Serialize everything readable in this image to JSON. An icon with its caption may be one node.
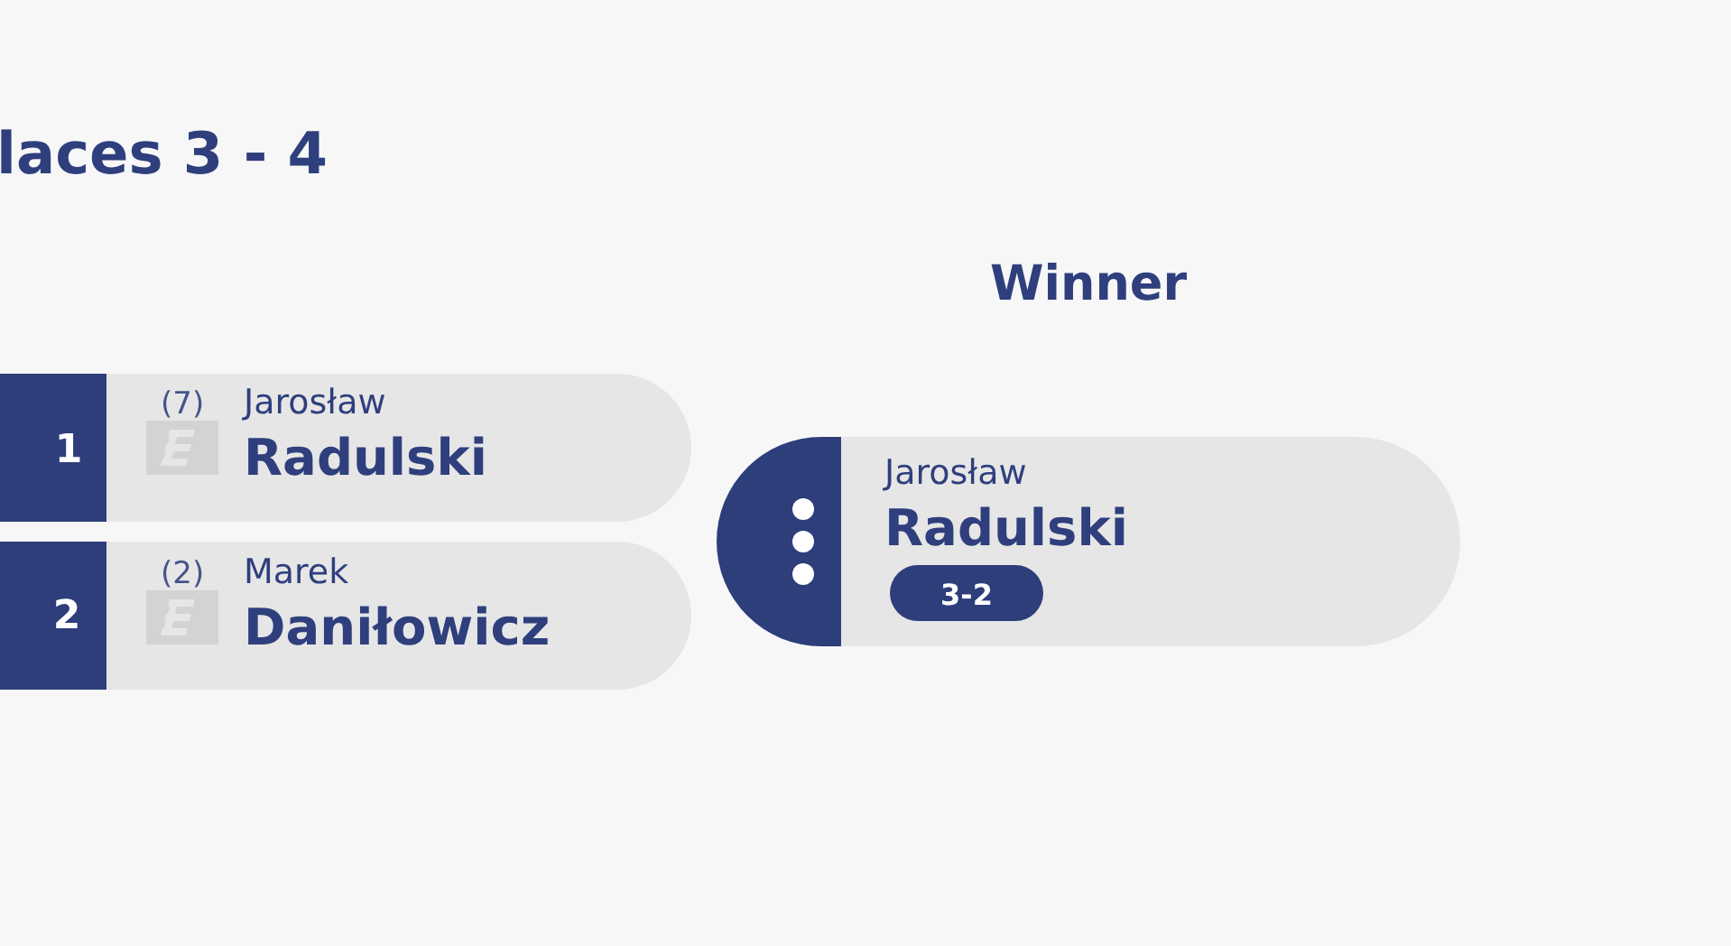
{
  "diagram": {
    "nodes": [
      {
        "text": [
          "(7)",
          "Jarosław",
          "Radulski"
        ]
      },
      {
        "text": [
          "1"
        ],
        "in": 0
      },
      {
        "text": [
          "(2)",
          "Marek",
          "Daniłowicz"
        ]
      },
      {
        "text": [
          "2"
        ],
        "in": 2
      },
      {
        "text": [
          "Jarosław",
          "Radulski"
        ]
      },
      {
        "text": [
          "3-2"
        ],
        "in": 4
      }
    ],
    "labels": [
      "laces 3 - 4",
      "Winner"
    ]
  }
}
